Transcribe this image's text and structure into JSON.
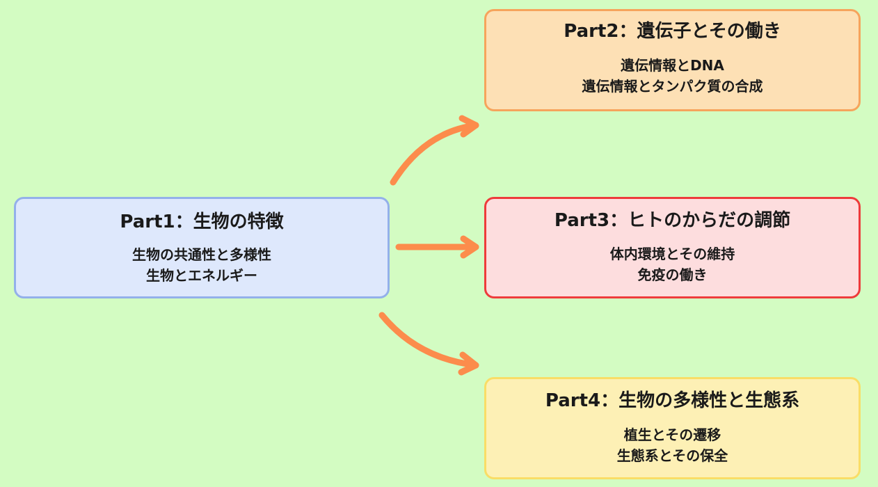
{
  "colors": {
    "background": "#d3fcc2",
    "arrow": "#fc8c4c"
  },
  "boxes": {
    "part1": {
      "title": "Part1：生物の特徴",
      "items": [
        "生物の共通性と多様性",
        "生物とエネルギー"
      ]
    },
    "part2": {
      "title": "Part2：遺伝子とその働き",
      "items": [
        "遺伝情報とDNA",
        "遺伝情報とタンパク質の合成"
      ]
    },
    "part3": {
      "title": "Part3：ヒトのからだの調節",
      "items": [
        "体内環境とその維持",
        "免疫の働き"
      ]
    },
    "part4": {
      "title": "Part4：生物の多様性と生態系",
      "items": [
        "植生とその遷移",
        "生態系とその保全"
      ]
    }
  }
}
